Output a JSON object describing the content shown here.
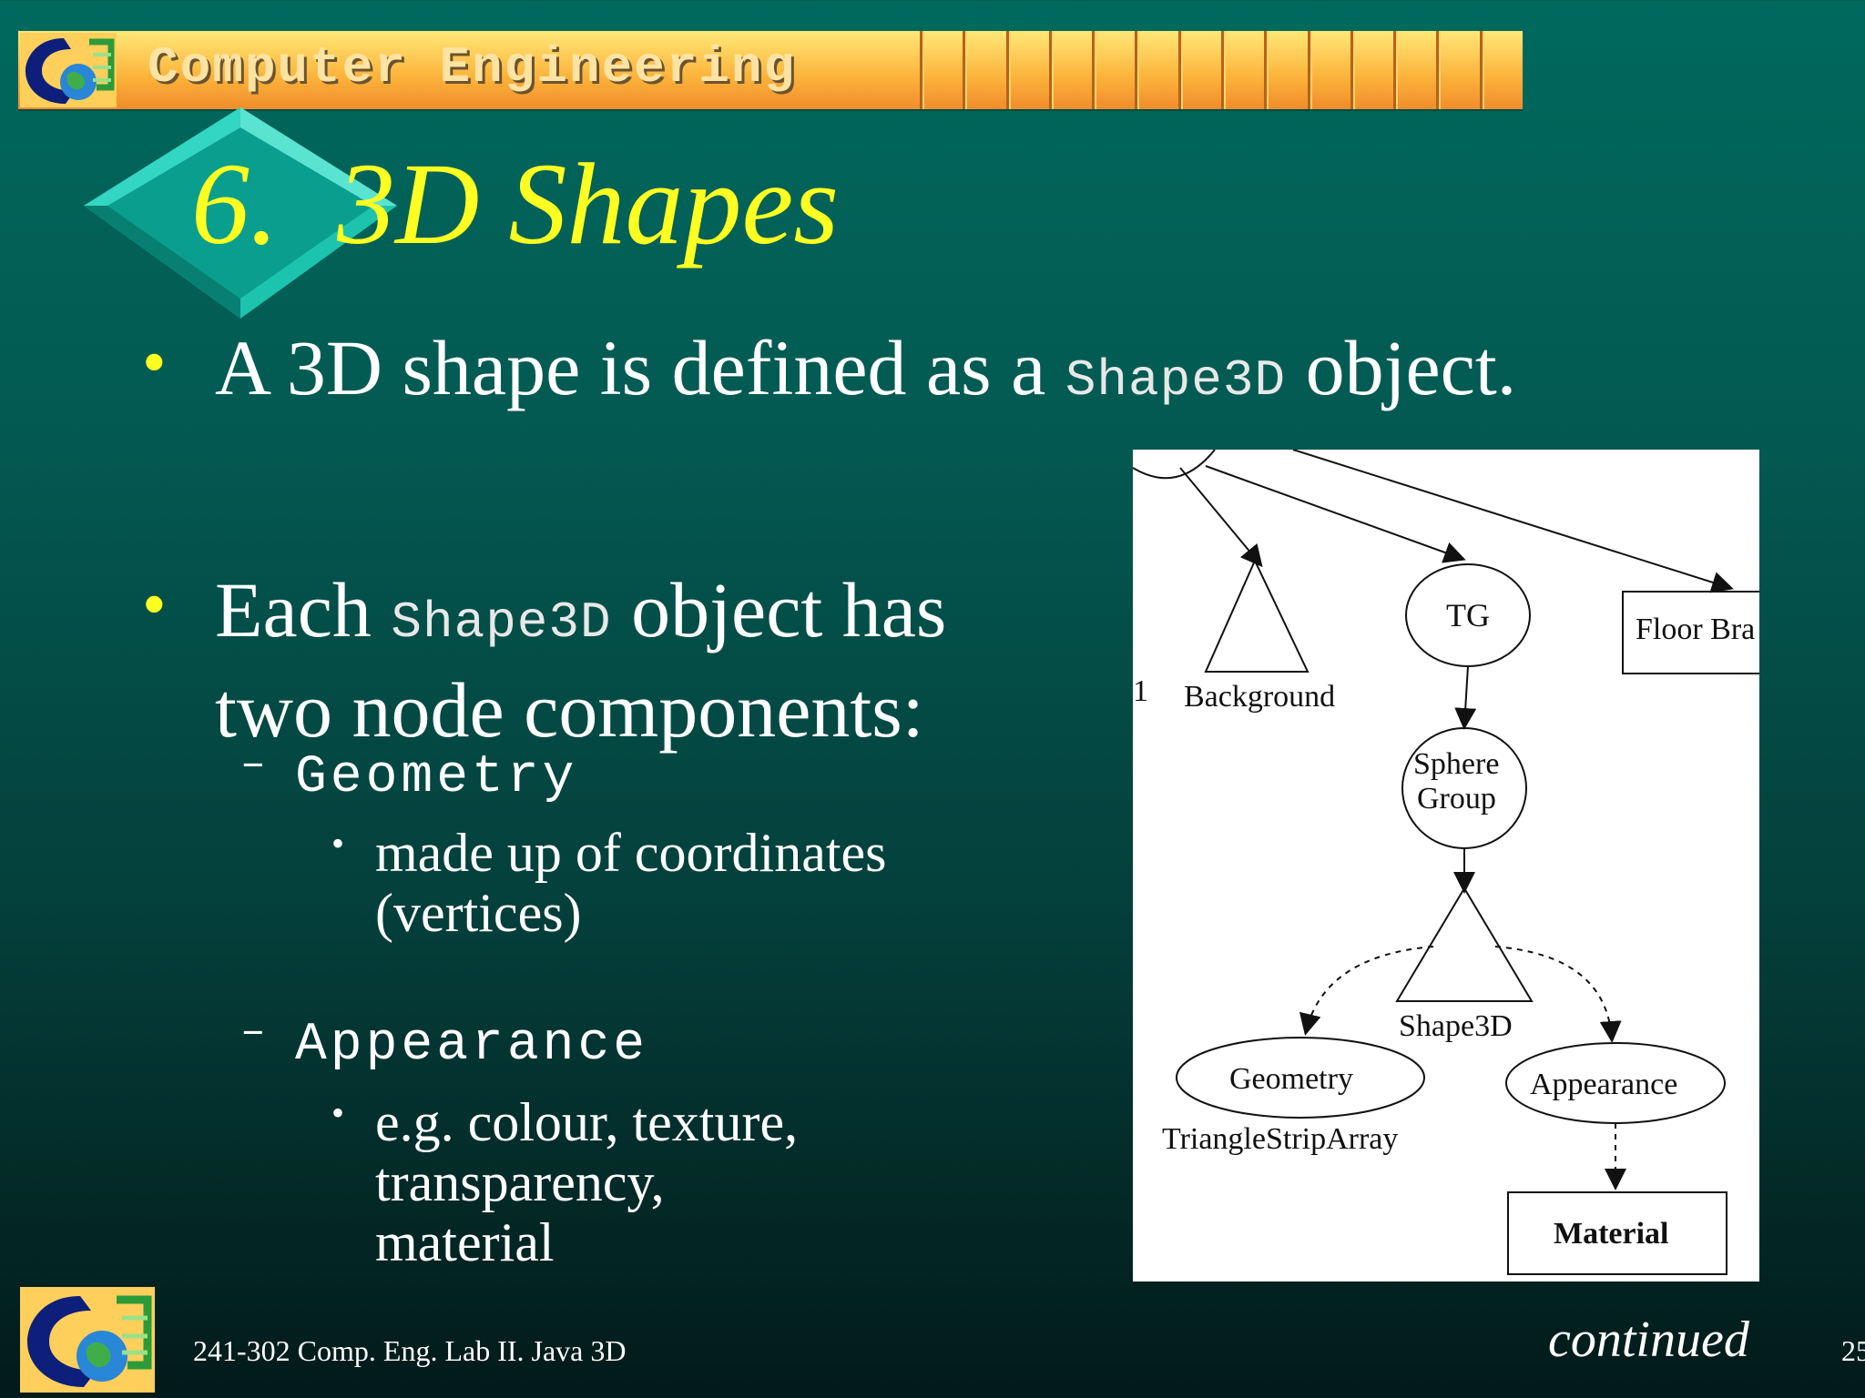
{
  "header": {
    "title": "Computer Engineering"
  },
  "slide": {
    "number": "6.",
    "title": "3D Shapes",
    "bullet1": {
      "pre": "A 3D shape is defined as a ",
      "code": "Shape3D",
      "post": " object."
    },
    "bullet2": {
      "line1_pre": "Each ",
      "line1_code": "Shape3D",
      "line1_post": " object has",
      "line2": "two node components:"
    },
    "sub1": {
      "label": "Geometry",
      "detail_line1": "made up of coordinates",
      "detail_line2": "(vertices)"
    },
    "sub2": {
      "label": "Appearance",
      "detail_line1": "e.g. colour, texture,",
      "detail_line2": "transparency,",
      "detail_line3": "material"
    }
  },
  "diagram": {
    "nodes": {
      "tg": "TG",
      "floor": "Floor Bra",
      "background": "Background",
      "sphere_group_1": "Sphere",
      "sphere_group_2": "Group",
      "shape3d": "Shape3D",
      "geometry": "Geometry",
      "appearance": "Appearance",
      "triangle_strip": "TriangleStripArray",
      "material": "Material",
      "edge_char": "1"
    }
  },
  "footer": {
    "course": "241-302 Comp. Eng. Lab II. Java 3D",
    "continued": "continued",
    "page": "25"
  },
  "colors": {
    "title": "#ffff22",
    "bullet_dot": "#ffff22",
    "header_gradient_top": "#ffe877",
    "header_gradient_bottom": "#f08c2b"
  }
}
